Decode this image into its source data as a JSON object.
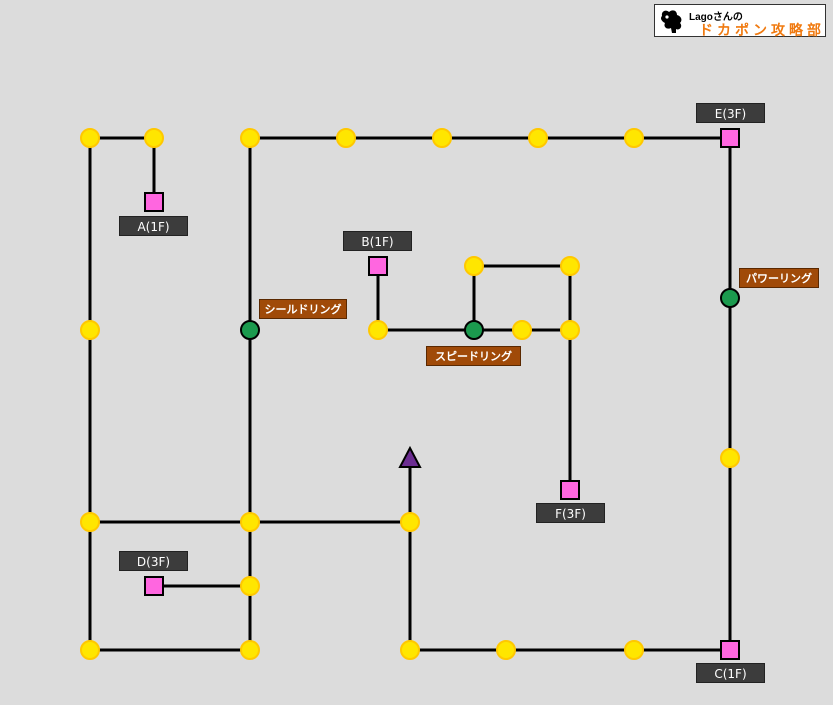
{
  "logo": {
    "line1": "Lagoさんの",
    "line2": "ドカポン攻略部",
    "mascot": "mascot-silhouette",
    "accent_color": "#f07a10"
  },
  "floors": {
    "a": "A(1F)",
    "b": "B(1F)",
    "c": "C(1F)",
    "d": "D(3F)",
    "e": "E(3F)",
    "f": "F(3F)"
  },
  "items": {
    "shield_ring": "シールドリング",
    "speed_ring": "スピードリング",
    "power_ring": "パワーリング"
  },
  "colors": {
    "background": "#dcdcdc",
    "normal_space": "#ffe600",
    "item_space": "#1b9a4e",
    "warp_space": "#ff66e0",
    "start_marker": "#6b2c91",
    "floor_label": "#3c3c3c",
    "item_label": "#a04a08"
  }
}
